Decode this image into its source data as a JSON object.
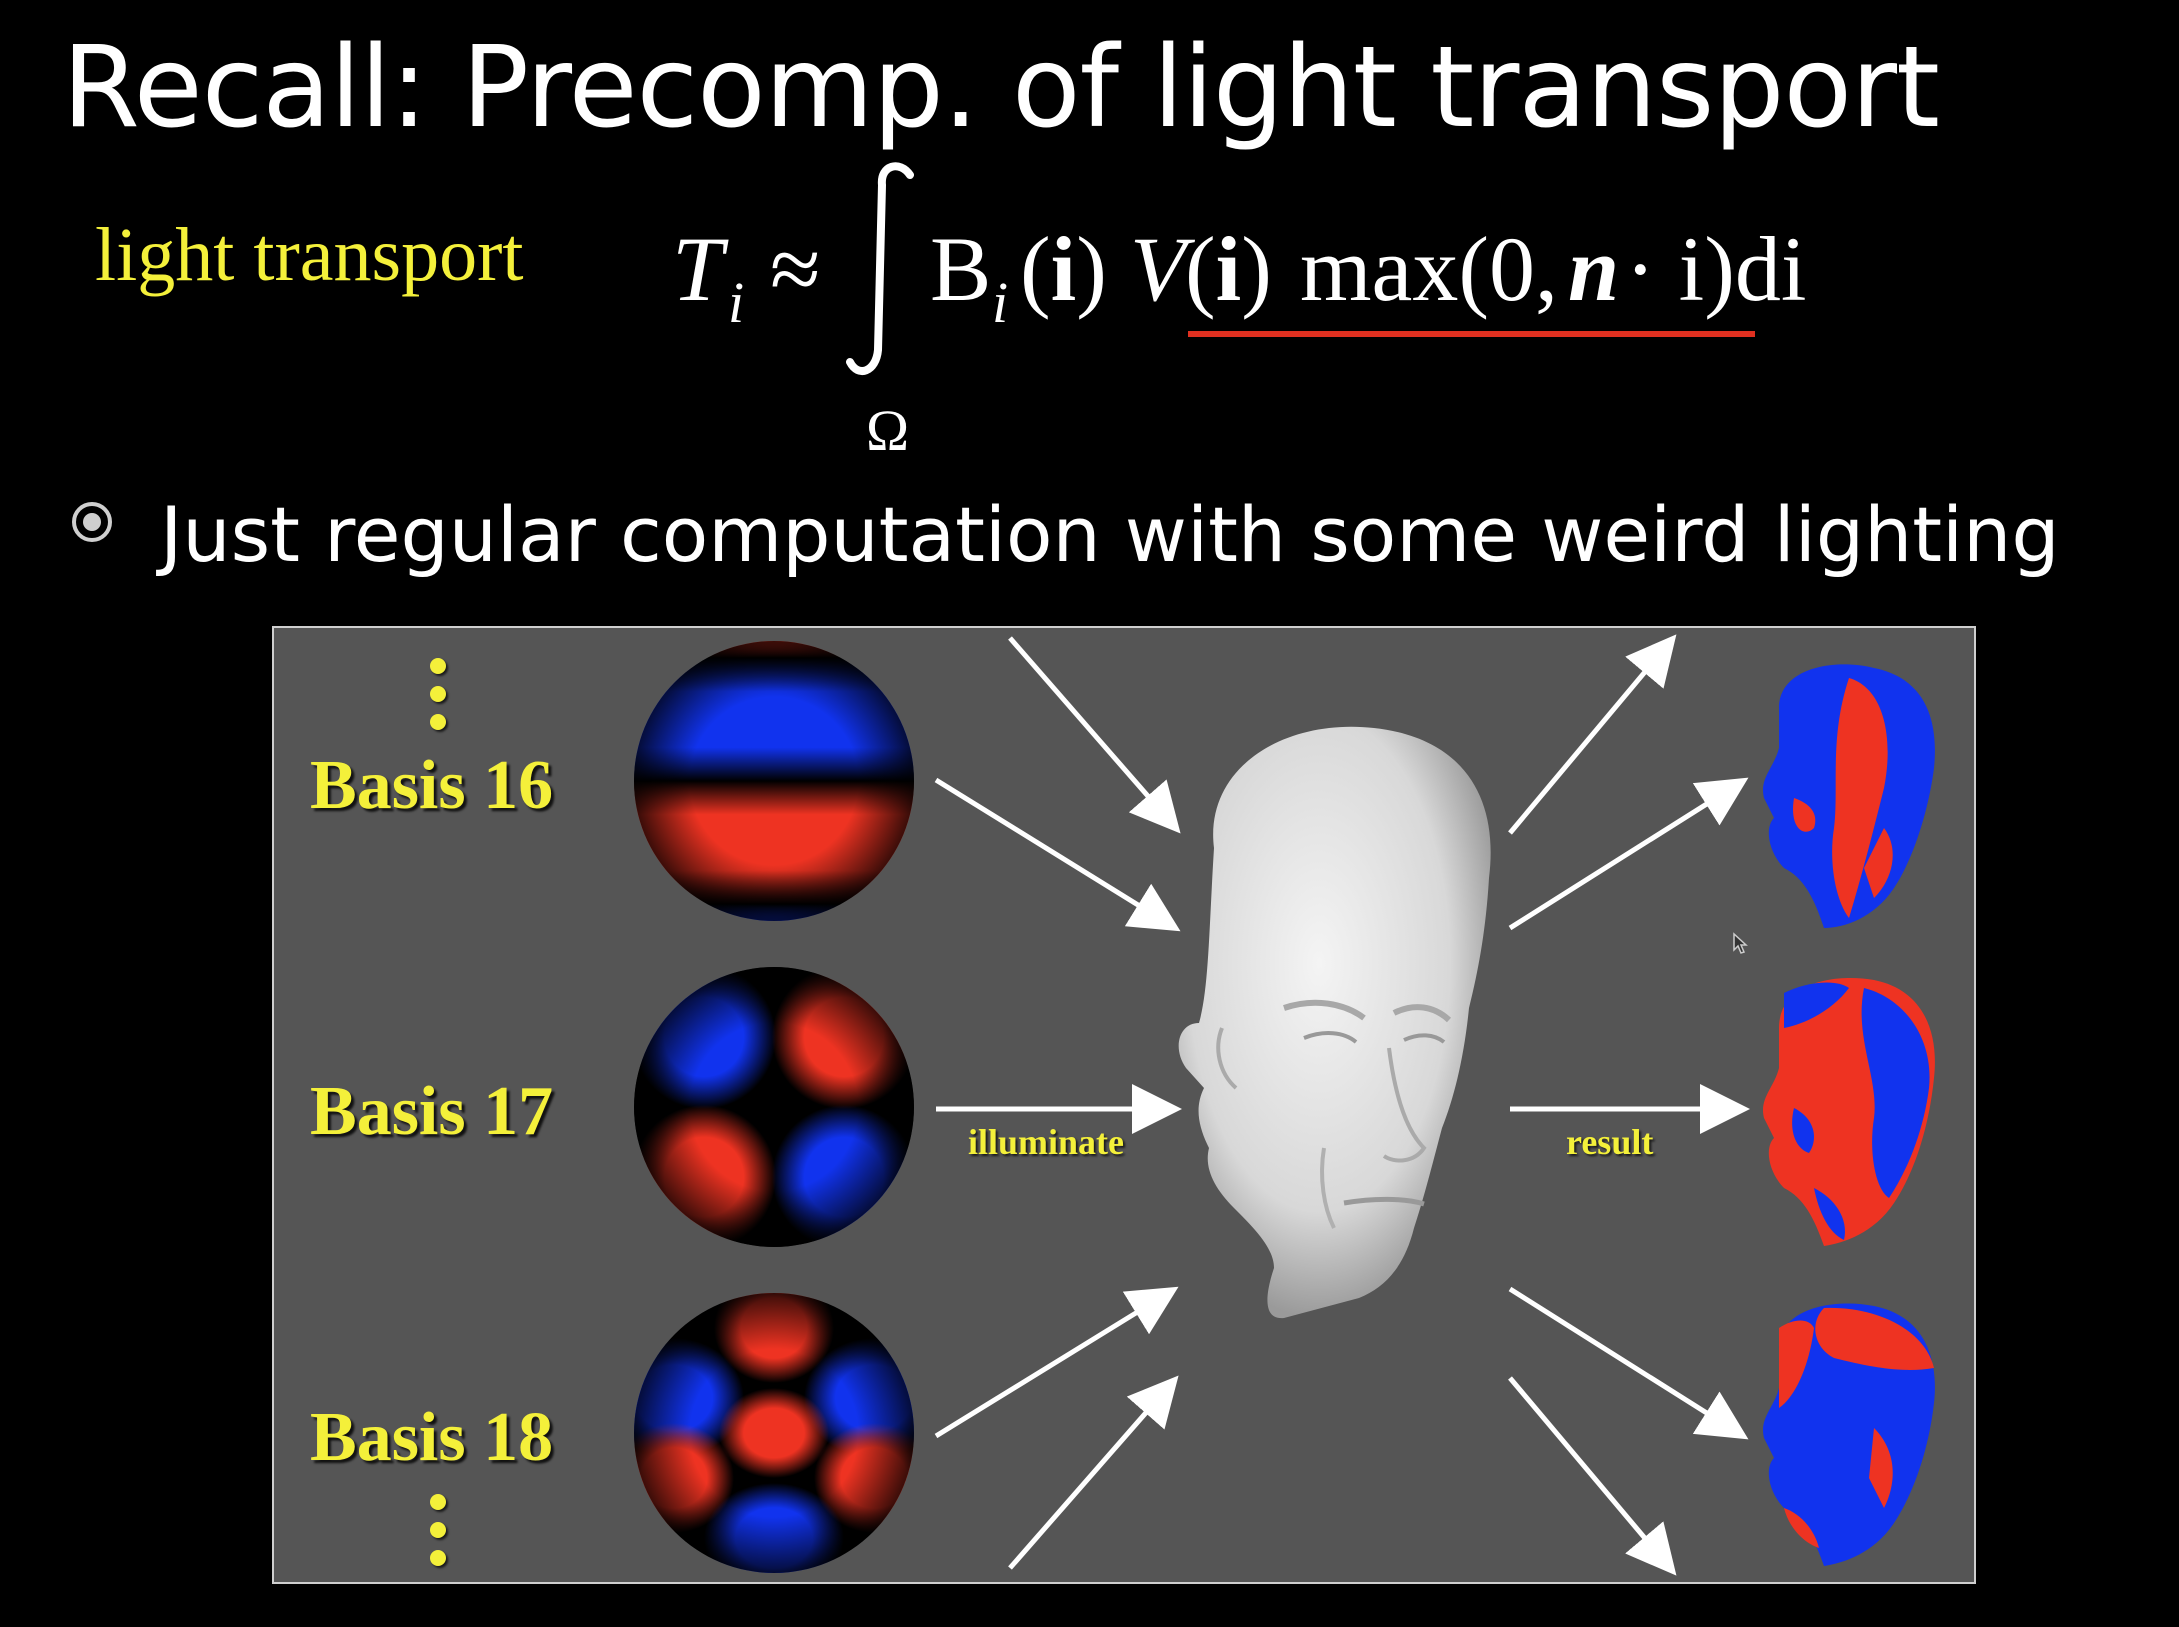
{
  "slide": {
    "title": "Recall: Precomp. of light transport"
  },
  "equation": {
    "label": "light transport",
    "lhs": "T",
    "lhs_sub": "i",
    "approx": "≈",
    "domain": "Ω",
    "integrand_b": "B",
    "integrand_b_sub": "i",
    "integrand_v": "V",
    "integrand_max": "max(0,",
    "integrand_n": "n",
    "integrand_tail": "· i)di",
    "underline_color": "#e03020"
  },
  "bullet": {
    "text": "Just regular computation with some weird lighting",
    "icon": "circle-bullet-icon"
  },
  "figure": {
    "basis_labels": [
      "Basis 16",
      "Basis 17",
      "Basis 18"
    ],
    "illuminate_label": "illuminate",
    "result_label": "result",
    "colors": {
      "background": "#555555",
      "positive": "#ee3322",
      "negative": "#1133ee",
      "label": "#f4f03a",
      "arrow": "#ffffff"
    }
  }
}
